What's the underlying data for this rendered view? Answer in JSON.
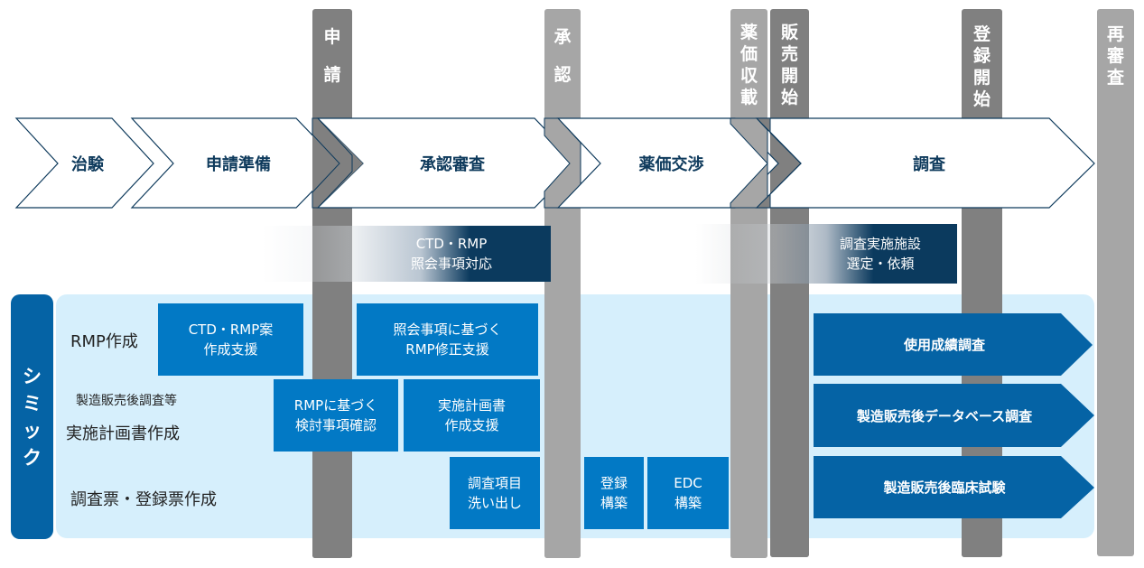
{
  "milestones": [
    {
      "label": "申請",
      "tone": "dark"
    },
    {
      "label": "承認",
      "tone": "light"
    },
    {
      "label": "薬価収載",
      "tone": "light"
    },
    {
      "label": "販売開始",
      "tone": "dark"
    },
    {
      "label": "登録開始",
      "tone": "dark"
    },
    {
      "label": "再審査",
      "tone": "light"
    }
  ],
  "phases": [
    "治験",
    "申請準備",
    "承認審査",
    "薬価交渉",
    "調査"
  ],
  "regulatory_tasks": [
    {
      "line1": "CTD・RMP",
      "line2": "照会事項対応"
    },
    {
      "line1": "調査実施施設",
      "line2": "選定・依頼"
    }
  ],
  "company": {
    "label": "シミック",
    "chars": [
      "シ",
      "ミ",
      "ッ",
      "ク"
    ]
  },
  "rows": {
    "rmp": "RMP作成",
    "plan_sub": "製造販売後調査等",
    "plan": "実施計画書作成",
    "forms": "調査票・登録票作成"
  },
  "services": [
    {
      "line1": "CTD・RMP案",
      "line2": "作成支援"
    },
    {
      "line1": "照会事項に基づく",
      "line2": "RMP修正支援"
    },
    {
      "line1": "RMPに基づく",
      "line2": "検討事項確認"
    },
    {
      "line1": "実施計画書",
      "line2": "作成支援"
    },
    {
      "line1": "調査項目",
      "line2": "洗い出し"
    },
    {
      "line1": "登録",
      "line2": "構築"
    },
    {
      "line1": "EDC",
      "line2": "構築"
    }
  ],
  "studies": [
    "使用成績調査",
    "製造販売後データベース調査",
    "製造販売後臨床試験"
  ],
  "colors": {
    "navy": "#0e3a5c",
    "service_blue": "#0279c5",
    "study_blue": "#0563a5",
    "panel_bg": "#d6effc",
    "milestone_dark": "#808080",
    "milestone_light": "#a6a6a6"
  }
}
